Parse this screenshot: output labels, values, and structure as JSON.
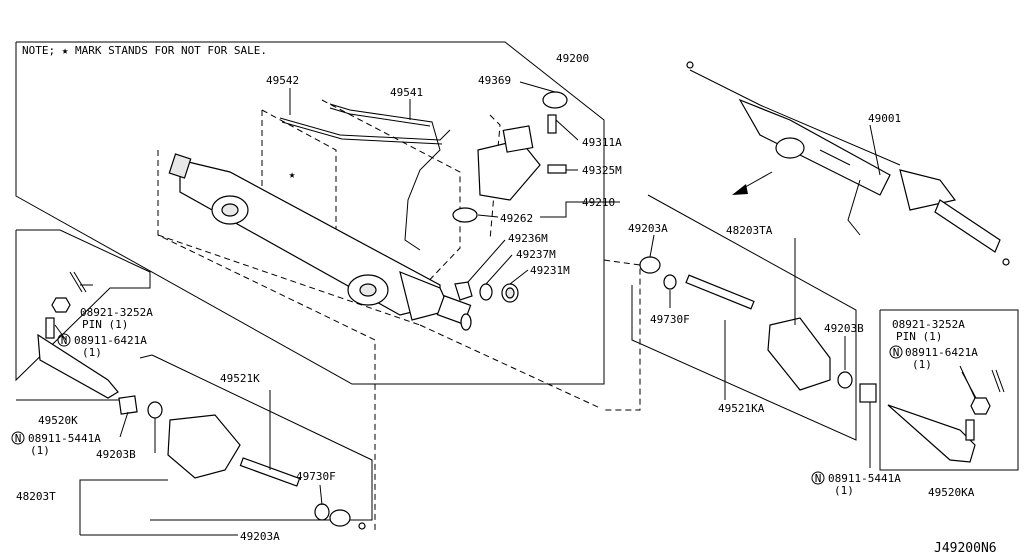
{
  "note": "NOTE; ★ MARK STANDS FOR NOT FOR SALE.",
  "diagram_code": "J49200N6",
  "labels": {
    "p49200": "49200",
    "p49542": "49542",
    "p49541": "49541",
    "p49369": "49369",
    "p49311A": "49311A",
    "p49325M": "49325M",
    "p49262": "49262",
    "p49210": "49210",
    "p49236M": "49236M",
    "p49237M": "49237M",
    "p49231M": "49231M",
    "p49001": "49001",
    "p49203A_r": "49203A",
    "p48203TA": "48203TA",
    "p49730F_r": "49730F",
    "p49203B_r": "49203B",
    "p49521KA": "49521KA",
    "p08921_r": "08921-3252A",
    "pin_r": "PIN (1)",
    "p08911_6421_r": "08911-6421A",
    "qty_6421_r": "(1)",
    "p08911_5441_r": "08911-5441A",
    "qty_5441_r": "(1)",
    "p49520KA": "49520KA",
    "p08921_l": "08921-3252A",
    "pin_l": "PIN (1)",
    "p08911_6421_l": "08911-6421A",
    "qty_6421_l": "(1)",
    "p49520K": "49520K",
    "p08911_5441_l": "08911-5441A",
    "qty_5441_l": "(1)",
    "p49203B_l": "49203B",
    "p49521K": "49521K",
    "p48203T": "48203T",
    "p49730F_l": "49730F",
    "p49203A_l": "49203A"
  },
  "symbols": {
    "nut_symbol": "N",
    "star": "★"
  }
}
